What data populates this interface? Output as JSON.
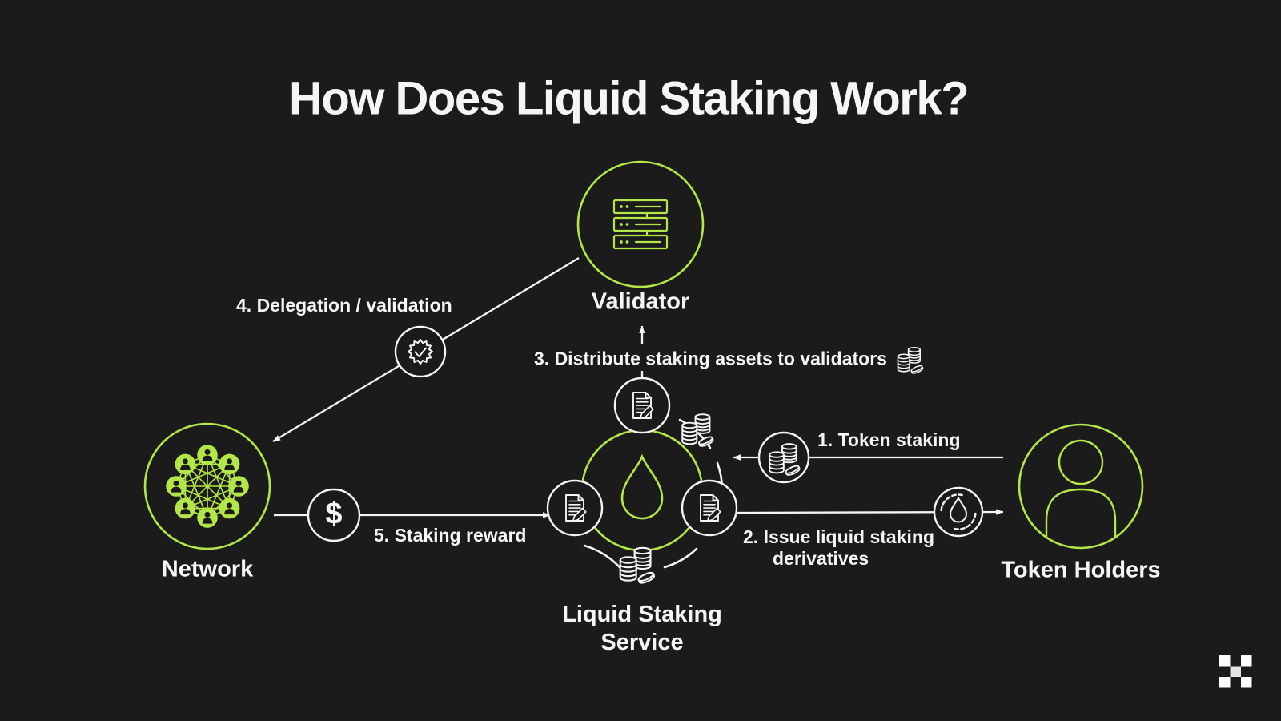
{
  "title": "How Does Liquid Staking Work?",
  "colors": {
    "background": "#1b1b1b",
    "accent_green": "#b3e647",
    "line_white": "#f5f5f5"
  },
  "nodes": [
    {
      "id": "validator",
      "label": "Validator",
      "icon": "server-icon"
    },
    {
      "id": "network",
      "label": "Network",
      "icon": "network-users-icon"
    },
    {
      "id": "liquid-staking-service",
      "label_lines": [
        "Liquid Staking",
        "Service"
      ],
      "icon": "droplet-icon"
    },
    {
      "id": "token-holders",
      "label": "Token Holders",
      "icon": "user-icon"
    }
  ],
  "steps": [
    {
      "label": "1. Token staking",
      "icon": "coins-icon"
    },
    {
      "label_lines": [
        "2. Issue liquid staking",
        "derivatives"
      ],
      "icon": "droplet-progress-icon"
    },
    {
      "label": "3. Distribute staking assets to validators",
      "icon": "coins-icon"
    },
    {
      "label": "4. Delegation / validation",
      "icon": "badge-check-icon"
    },
    {
      "label": "5. Staking reward",
      "icon": "dollar-sign-icon"
    }
  ],
  "icons": {
    "dollar_glyph": "$"
  },
  "logo": "okx-logo"
}
